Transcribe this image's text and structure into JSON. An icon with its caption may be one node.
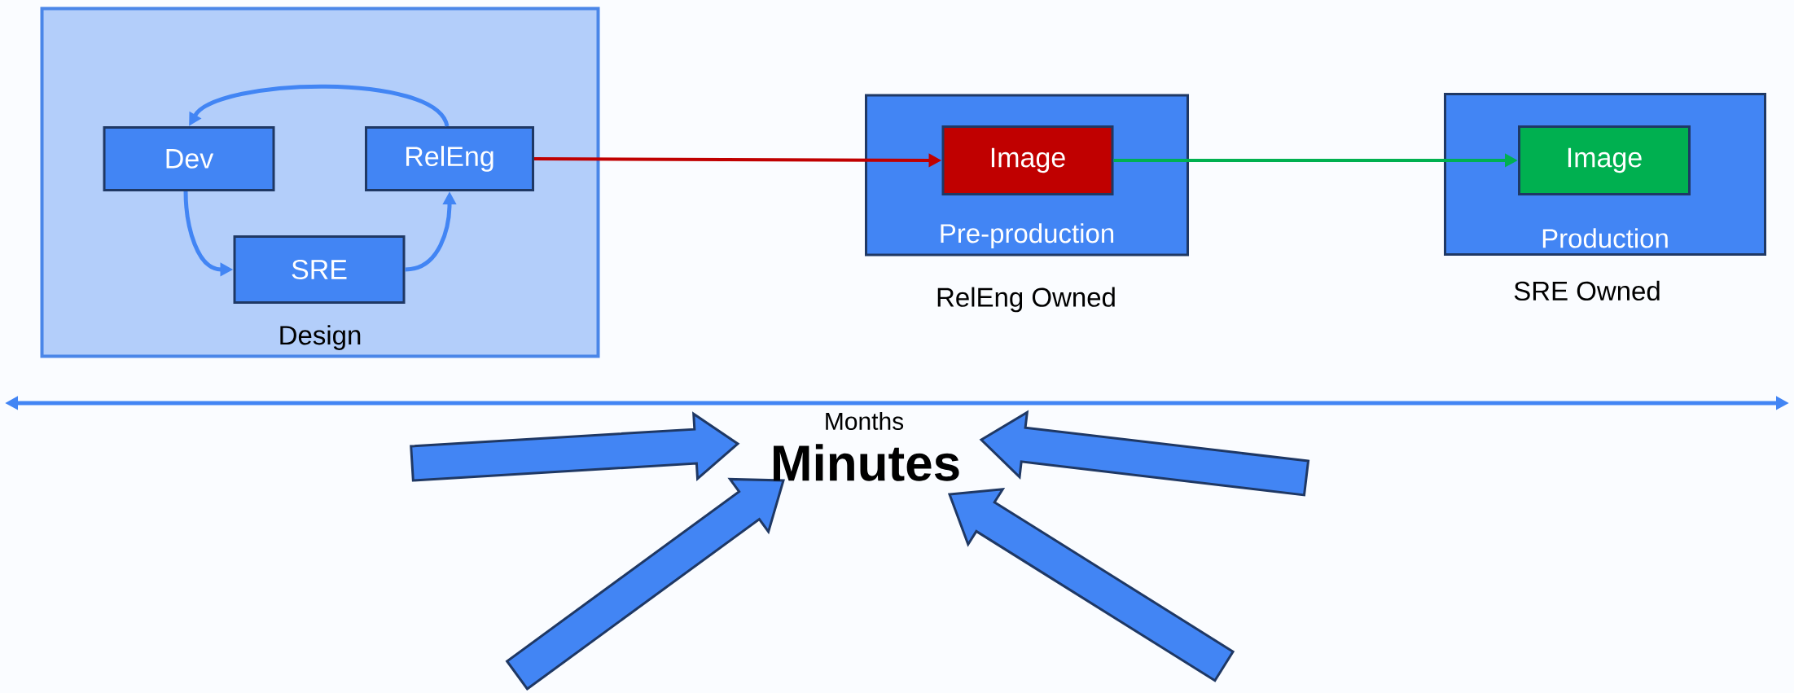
{
  "diagram": {
    "nodes": [
      {
        "text": [
          "Design"
        ]
      },
      {
        "text": [
          "Dev"
        ],
        "in": 0
      },
      {
        "text": [
          "RelEng"
        ],
        "in": 0
      },
      {
        "text": [
          "SRE"
        ],
        "in": 0
      },
      {
        "text": [
          "Pre-production"
        ],
        "beside": [
          "RelEng Owned"
        ]
      },
      {
        "text": [
          "Image"
        ],
        "in": 4
      },
      {
        "text": [
          "Production"
        ],
        "beside": [
          "SRE Owned"
        ]
      },
      {
        "text": [
          "Image"
        ],
        "in": 6
      }
    ],
    "edges": [
      {
        "from": 1,
        "to": 3,
        "arrow": "to"
      },
      {
        "from": 3,
        "to": 2,
        "arrow": "to"
      },
      {
        "from": 2,
        "to": 1,
        "arrow": "to"
      },
      {
        "from": 2,
        "to": 5,
        "arrow": "to",
        "color": "#c00000"
      },
      {
        "from": 5,
        "to": 7,
        "arrow": "to",
        "color": "#00b050"
      }
    ],
    "labels": [
      "Months",
      "Minutes"
    ]
  }
}
